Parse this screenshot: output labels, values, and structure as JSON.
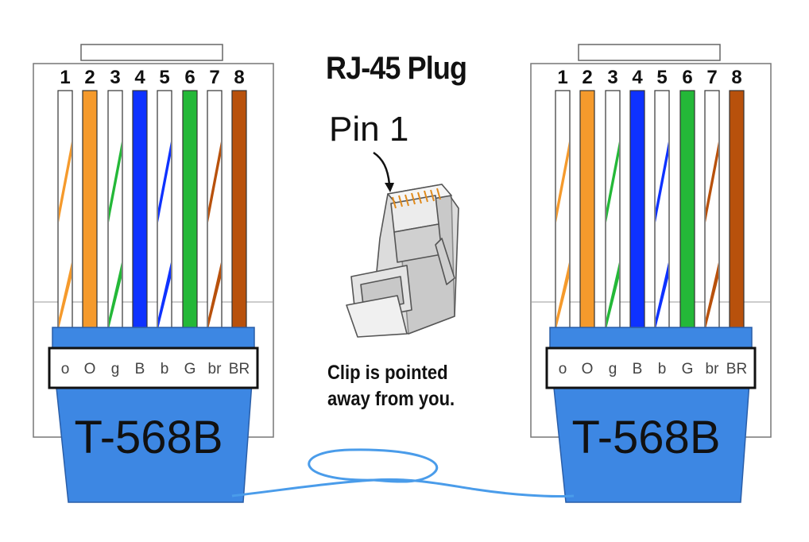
{
  "title": "RJ-45 Plug",
  "pin_label": "Pin 1",
  "note_line1": "Clip is pointed",
  "note_line2": "away from you.",
  "connectors": [
    {
      "standard": "T-568B",
      "pins": [
        "1",
        "2",
        "3",
        "4",
        "5",
        "6",
        "7",
        "8"
      ],
      "wire_labels": [
        "o",
        "O",
        "g",
        "B",
        "b",
        "G",
        "br",
        "BR"
      ]
    },
    {
      "standard": "T-568B",
      "pins": [
        "1",
        "2",
        "3",
        "4",
        "5",
        "6",
        "7",
        "8"
      ],
      "wire_labels": [
        "o",
        "O",
        "g",
        "B",
        "b",
        "G",
        "br",
        "BR"
      ]
    }
  ],
  "colors": {
    "white": "#ffffff",
    "orange": "#f59a2c",
    "green": "#24b838",
    "blue": "#0e32ff",
    "brown": "#b8510c",
    "boot": "#3d87e3",
    "cable": "#4a9cea"
  },
  "wire_colors": [
    {
      "base": "white",
      "stripe": "orange"
    },
    {
      "base": "orange"
    },
    {
      "base": "white",
      "stripe": "green"
    },
    {
      "base": "blue"
    },
    {
      "base": "white",
      "stripe": "blue"
    },
    {
      "base": "green"
    },
    {
      "base": "white",
      "stripe": "brown"
    },
    {
      "base": "brown"
    }
  ],
  "icons": [
    "rj45-plug-icon",
    "pointer-arrow-icon"
  ]
}
